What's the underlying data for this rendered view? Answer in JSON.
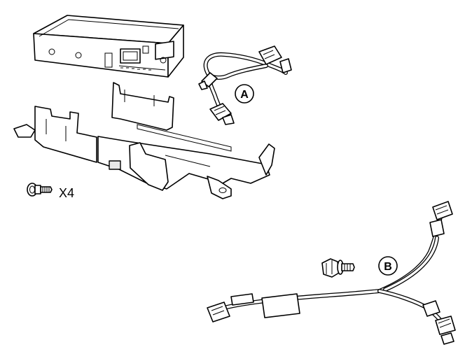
{
  "labels": {
    "harness_a": "A",
    "harness_b": "B",
    "screw_quantity": "X4"
  }
}
